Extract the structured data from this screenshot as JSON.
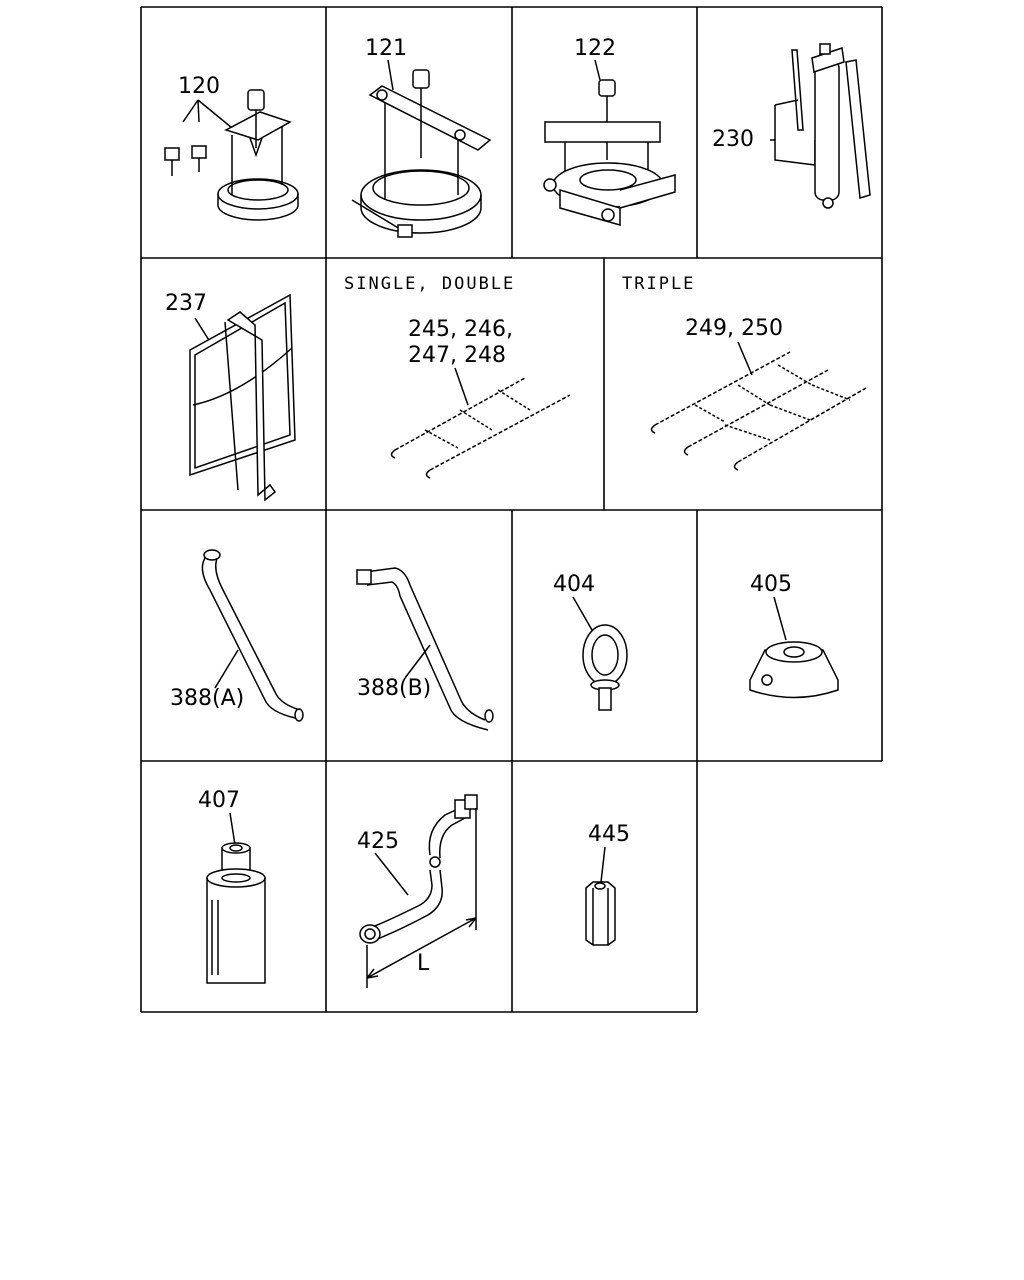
{
  "headers": {
    "single_double": "SINGLE, DOUBLE",
    "triple": "TRIPLE"
  },
  "labels": {
    "p120": "120",
    "p121": "121",
    "p122": "122",
    "p230": "230",
    "p237": "237",
    "p245": "245, 246,",
    "p247": "247, 248",
    "p249": "249, 250",
    "p388a": "388(A)",
    "p388b": "388(B)",
    "p404": "404",
    "p405": "405",
    "p407": "407",
    "p425": "425",
    "p425_dim": "L",
    "p445": "445"
  }
}
